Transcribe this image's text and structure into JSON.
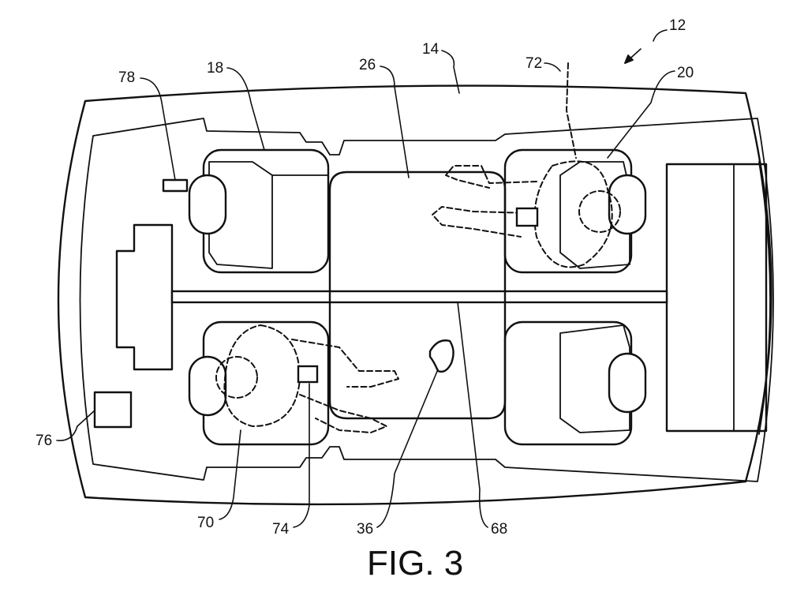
{
  "figure": {
    "caption": "FIG. 3",
    "reference_numerals": {
      "vehicle": "12",
      "cabin": "14",
      "front_left_seat": "18",
      "rear_right_seat": "20",
      "table": "26",
      "gesture_object": "36",
      "rail": "68",
      "occupant_front": "70",
      "occupant_rear": "72",
      "device_front": "74",
      "controller": "76",
      "sensor": "78"
    }
  }
}
